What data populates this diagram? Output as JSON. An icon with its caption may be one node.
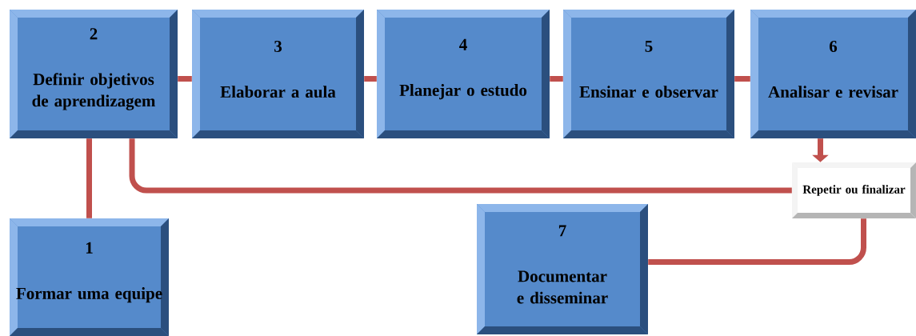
{
  "diagram": {
    "nodes": [
      {
        "text": [
          "1",
          "Formar uma equipe"
        ]
      },
      {
        "text": [
          "2",
          "Definir objetivos de aprendizagem"
        ]
      },
      {
        "text": [
          "3",
          "Elaborar a aula"
        ]
      },
      {
        "text": [
          "4",
          "Planejar o estudo"
        ]
      },
      {
        "text": [
          "5",
          "Ensinar e observar"
        ]
      },
      {
        "text": [
          "6",
          "Analisar e revisar"
        ]
      },
      {
        "text": [
          "Repetir ou finalizar"
        ]
      },
      {
        "text": [
          "7",
          "Documentar e disseminar"
        ]
      }
    ],
    "edges": [
      {
        "from": 0,
        "to": 1,
        "arrow": "none"
      },
      {
        "from": 1,
        "to": 2,
        "arrow": "none"
      },
      {
        "from": 2,
        "to": 3,
        "arrow": "none"
      },
      {
        "from": 3,
        "to": 4,
        "arrow": "none"
      },
      {
        "from": 4,
        "to": 5,
        "arrow": "none"
      },
      {
        "from": 5,
        "to": 6,
        "arrow": "to"
      },
      {
        "from": 6,
        "to": 1,
        "arrow": "none"
      },
      {
        "from": 6,
        "to": 7,
        "arrow": "none"
      }
    ]
  }
}
